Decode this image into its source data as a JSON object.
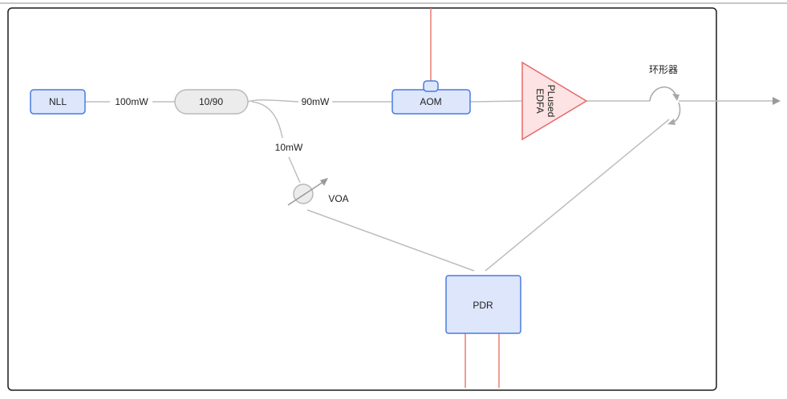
{
  "nodes": {
    "nll": "NLL",
    "splitter": "10/90",
    "aom": "AOM",
    "edfa_line1": "PLused",
    "edfa_line2": "EDFA",
    "pdr": "PDR"
  },
  "labels": {
    "power_100": "100mW",
    "power_90": "90mW",
    "power_10": "10mW",
    "voa": "VOA",
    "circulator": "环形器"
  },
  "colors": {
    "box_fill": "#dde6fb",
    "box_stroke": "#4a7be0",
    "splitter_fill": "#ececec",
    "splitter_stroke": "#b9b9b9",
    "edfa_fill": "#fde3e3",
    "edfa_stroke": "#e86a6a",
    "line": "#bdbdbd",
    "red_line": "#ec7a72",
    "frame": "#1a1a1a"
  }
}
